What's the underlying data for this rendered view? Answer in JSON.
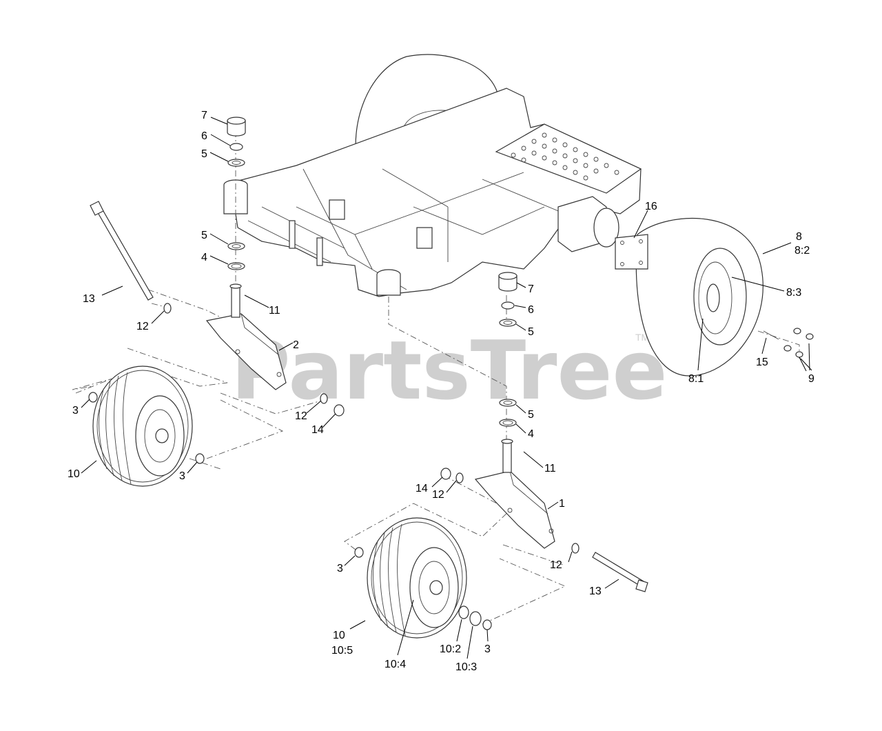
{
  "watermark": {
    "brand": "PartsTree",
    "trademark": "TM"
  },
  "callouts": {
    "c7a": "7",
    "c6a": "6",
    "c5a": "5",
    "c5b": "5",
    "c4a": "4",
    "c13a": "13",
    "c12a": "12",
    "c11a": "11",
    "c2": "2",
    "c3a": "3",
    "c3b": "3",
    "c10a": "10",
    "c12b": "12",
    "c14a": "14",
    "c7b": "7",
    "c6b": "6",
    "c5c": "5",
    "c5d": "5",
    "c4b": "4",
    "c11b": "11",
    "c14b": "14",
    "c12c": "12",
    "c1": "1",
    "c3c": "3",
    "c12d": "12",
    "c13b": "13",
    "c10b": "10",
    "c10_5": "10:5",
    "c10_4": "10:4",
    "c10_2": "10:2",
    "c10_3": "10:3",
    "c3d": "3",
    "c16": "16",
    "c8": "8",
    "c8_2": "8:2",
    "c8_3": "8:3",
    "c8_1": "8:1",
    "c15": "15",
    "c9": "9"
  }
}
